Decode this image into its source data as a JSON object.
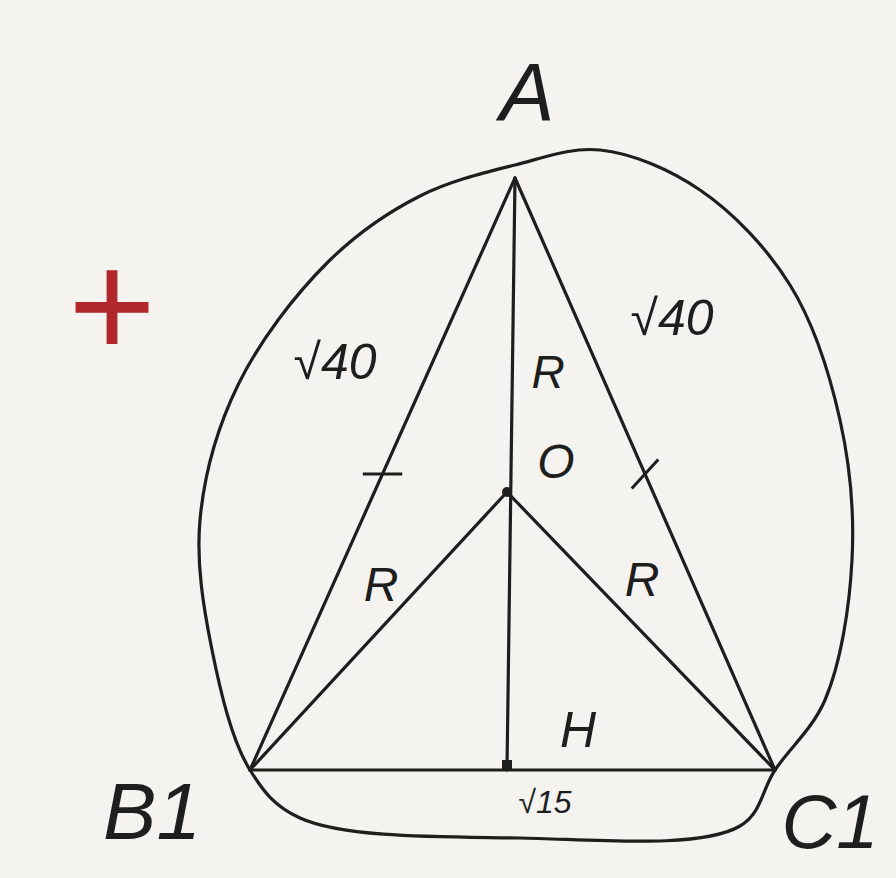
{
  "diagram": {
    "labels": [
      "+",
      "A",
      "√40",
      "R",
      "√40",
      "O",
      "R",
      "R",
      "H",
      "B1",
      "√15",
      "C1"
    ]
  }
}
